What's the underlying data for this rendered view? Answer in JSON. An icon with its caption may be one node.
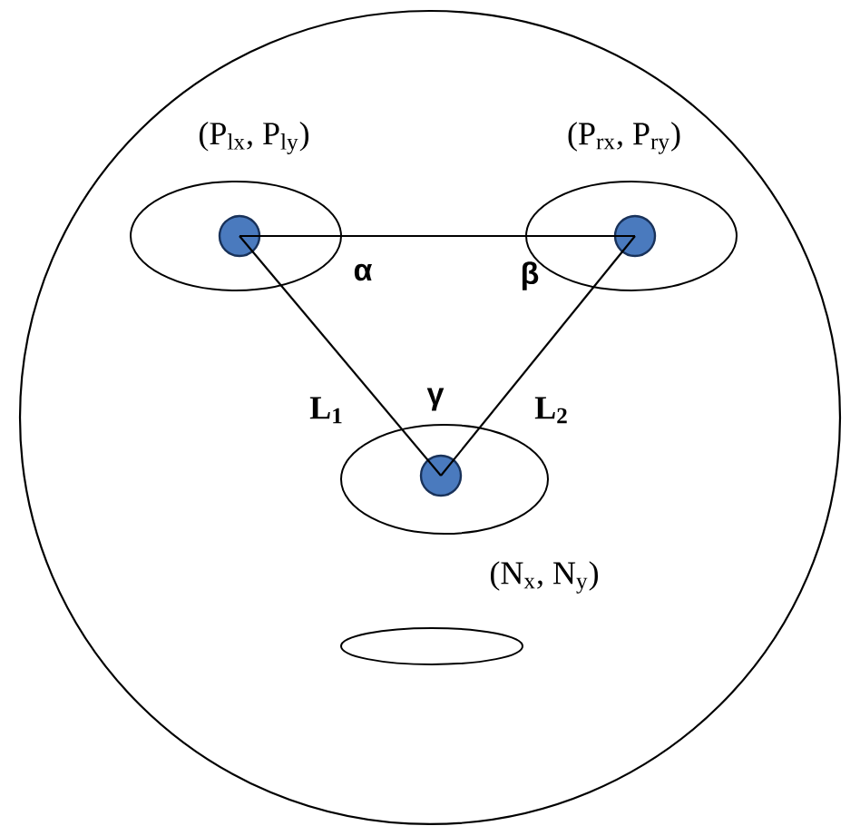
{
  "diagram": {
    "nodes": [
      {
        "text": [],
        "shape": "circle"
      },
      {
        "text": [
          "(P$_{lx}$, P$_{ly}$)"
        ],
        "in": 0
      },
      {
        "text": [],
        "shape": "circle",
        "in": 1
      },
      {
        "text": [
          "(P$_{rx}$, P$_{ry}$)"
        ],
        "in": 0
      },
      {
        "text": [],
        "shape": "circle",
        "in": 3
      },
      {
        "text": [
          "(N$_{x}$, N$_{y}$)"
        ],
        "in": 0
      },
      {
        "text": [],
        "shape": "circle",
        "in": 5
      },
      {
        "text": [],
        "shape": "ellipse",
        "in": 0
      }
    ],
    "edges": [
      {
        "from": 2,
        "to": 4,
        "arrow": "none"
      },
      {
        "from": 2,
        "to": 6,
        "arrow": "none",
        "label": "L$_{1}$"
      },
      {
        "from": 4,
        "to": 6,
        "arrow": "none",
        "label": "L$_{2}$"
      }
    ],
    "labels": [
      "α",
      "β",
      "γ"
    ]
  }
}
